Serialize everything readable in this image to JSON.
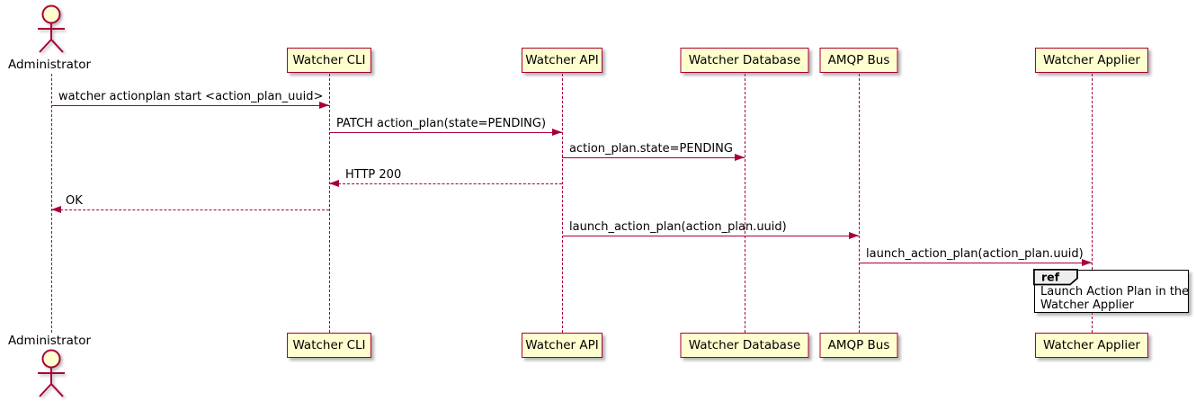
{
  "participants": [
    {
      "id": "administrator",
      "label": "Administrator",
      "type": "actor"
    },
    {
      "id": "watcher-cli",
      "label": "Watcher CLI",
      "type": "participant"
    },
    {
      "id": "watcher-api",
      "label": "Watcher API",
      "type": "participant"
    },
    {
      "id": "watcher-database",
      "label": "Watcher Database",
      "type": "participant"
    },
    {
      "id": "amqp-bus",
      "label": "AMQP Bus",
      "type": "participant"
    },
    {
      "id": "watcher-applier",
      "label": "Watcher Applier",
      "type": "participant"
    }
  ],
  "messages": [
    {
      "from": "Administrator",
      "to": "Watcher CLI",
      "label": "watcher actionplan start <action_plan_uuid>",
      "line": "solid",
      "direction": "right"
    },
    {
      "from": "Watcher CLI",
      "to": "Watcher API",
      "label": "PATCH action_plan(state=PENDING)",
      "line": "solid",
      "direction": "right"
    },
    {
      "from": "Watcher API",
      "to": "Watcher Database",
      "label": "action_plan.state=PENDING",
      "line": "solid",
      "direction": "right"
    },
    {
      "from": "Watcher API",
      "to": "Watcher CLI",
      "label": "HTTP 200",
      "line": "dashed",
      "direction": "left"
    },
    {
      "from": "Watcher CLI",
      "to": "Administrator",
      "label": "OK",
      "line": "dashed",
      "direction": "left"
    },
    {
      "from": "Watcher API",
      "to": "AMQP Bus",
      "label": "launch_action_plan(action_plan.uuid)",
      "line": "solid",
      "direction": "right"
    },
    {
      "from": "AMQP Bus",
      "to": "Watcher Applier",
      "label": "launch_action_plan(action_plan.uuid)",
      "line": "solid",
      "direction": "right"
    }
  ],
  "ref_fragment": {
    "keyword": "ref",
    "over": "Watcher Applier",
    "lines": [
      "Launch Action Plan in the",
      "Watcher Applier"
    ]
  },
  "colors": {
    "participant_fill": "#FEFECE",
    "stroke": "#A80036",
    "ref_tab_fill": "#EEEEEE",
    "ref_border": "#000000",
    "text": "#000000"
  }
}
